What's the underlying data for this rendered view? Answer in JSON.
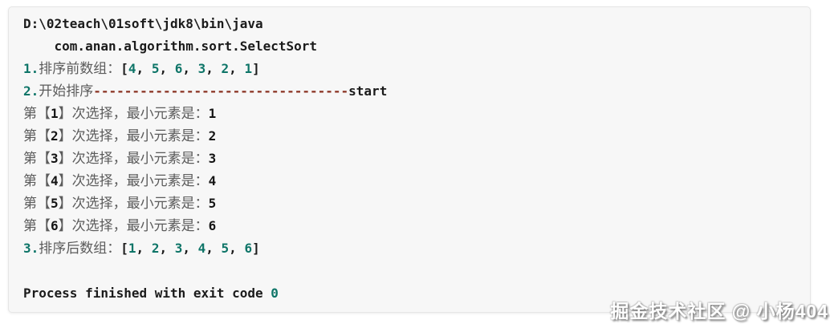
{
  "colors": {
    "page_background": "#ffffff",
    "console_background": "#f7f7f7",
    "console_border": "#e6e6e6",
    "plain_text": "#1b1b1b",
    "chinese_text": "#5b5b5b",
    "number_accent": "#0e7568",
    "dash_accent": "#8b3323"
  },
  "console": {
    "lines": [
      {
        "segments": [
          {
            "text": "D:\\02teach\\01soft\\jdk8\\bin\\java",
            "style": "plain"
          }
        ]
      },
      {
        "segments": [
          {
            "text": "    com.anan.algorithm.sort.SelectSort",
            "style": "plain"
          }
        ]
      },
      {
        "segments": [
          {
            "text": "1.",
            "style": "number"
          },
          {
            "text": "排序前数组：",
            "style": "chinese"
          },
          {
            "text": "[",
            "style": "plain"
          },
          {
            "text": "4",
            "style": "number"
          },
          {
            "text": ", ",
            "style": "plain"
          },
          {
            "text": "5",
            "style": "number"
          },
          {
            "text": ", ",
            "style": "plain"
          },
          {
            "text": "6",
            "style": "number"
          },
          {
            "text": ", ",
            "style": "plain"
          },
          {
            "text": "3",
            "style": "number"
          },
          {
            "text": ", ",
            "style": "plain"
          },
          {
            "text": "2",
            "style": "number"
          },
          {
            "text": ", ",
            "style": "plain"
          },
          {
            "text": "1",
            "style": "number"
          },
          {
            "text": "]",
            "style": "plain"
          }
        ]
      },
      {
        "segments": [
          {
            "text": "2.",
            "style": "number"
          },
          {
            "text": "开始排序",
            "style": "chinese"
          },
          {
            "text": "---------------------------------",
            "style": "dash"
          },
          {
            "text": "start",
            "style": "plain"
          }
        ]
      },
      {
        "segments": [
          {
            "text": "第【",
            "style": "chinese"
          },
          {
            "text": "1",
            "style": "bold"
          },
          {
            "text": "】次选择，最小元素是：",
            "style": "chinese"
          },
          {
            "text": "1",
            "style": "bold"
          }
        ]
      },
      {
        "segments": [
          {
            "text": "第【",
            "style": "chinese"
          },
          {
            "text": "2",
            "style": "bold"
          },
          {
            "text": "】次选择，最小元素是：",
            "style": "chinese"
          },
          {
            "text": "2",
            "style": "bold"
          }
        ]
      },
      {
        "segments": [
          {
            "text": "第【",
            "style": "chinese"
          },
          {
            "text": "3",
            "style": "bold"
          },
          {
            "text": "】次选择，最小元素是：",
            "style": "chinese"
          },
          {
            "text": "3",
            "style": "bold"
          }
        ]
      },
      {
        "segments": [
          {
            "text": "第【",
            "style": "chinese"
          },
          {
            "text": "4",
            "style": "bold"
          },
          {
            "text": "】次选择，最小元素是：",
            "style": "chinese"
          },
          {
            "text": "4",
            "style": "bold"
          }
        ]
      },
      {
        "segments": [
          {
            "text": "第【",
            "style": "chinese"
          },
          {
            "text": "5",
            "style": "bold"
          },
          {
            "text": "】次选择，最小元素是：",
            "style": "chinese"
          },
          {
            "text": "5",
            "style": "bold"
          }
        ]
      },
      {
        "segments": [
          {
            "text": "第【",
            "style": "chinese"
          },
          {
            "text": "6",
            "style": "bold"
          },
          {
            "text": "】次选择，最小元素是：",
            "style": "chinese"
          },
          {
            "text": "6",
            "style": "bold"
          }
        ]
      },
      {
        "segments": [
          {
            "text": "3.",
            "style": "number"
          },
          {
            "text": "排序后数组：",
            "style": "chinese"
          },
          {
            "text": "[",
            "style": "plain"
          },
          {
            "text": "1",
            "style": "number"
          },
          {
            "text": ", ",
            "style": "plain"
          },
          {
            "text": "2",
            "style": "number"
          },
          {
            "text": ", ",
            "style": "plain"
          },
          {
            "text": "3",
            "style": "number"
          },
          {
            "text": ", ",
            "style": "plain"
          },
          {
            "text": "4",
            "style": "number"
          },
          {
            "text": ", ",
            "style": "plain"
          },
          {
            "text": "5",
            "style": "number"
          },
          {
            "text": ", ",
            "style": "plain"
          },
          {
            "text": "6",
            "style": "number"
          },
          {
            "text": "]",
            "style": "plain"
          }
        ]
      },
      {
        "segments": []
      },
      {
        "segments": [
          {
            "text": "Process finished with exit code ",
            "style": "plain"
          },
          {
            "text": "0",
            "style": "number"
          }
        ]
      }
    ]
  },
  "watermark": {
    "text": "掘金技术社区 @ 小杨404"
  }
}
